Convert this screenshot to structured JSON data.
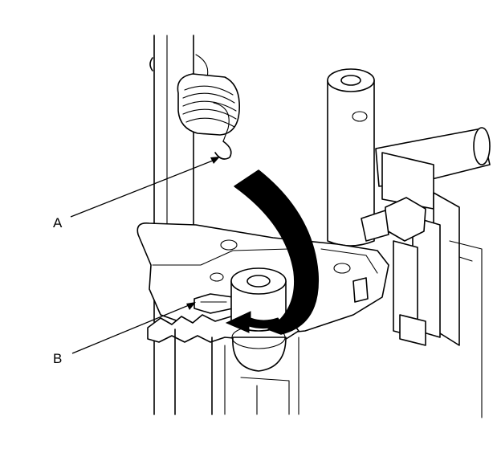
{
  "callouts": [
    {
      "id": "A",
      "label": "A"
    },
    {
      "id": "B",
      "label": "B"
    }
  ],
  "colors": {
    "line": "#000000",
    "background": "#ffffff",
    "arrow": "#000000"
  }
}
